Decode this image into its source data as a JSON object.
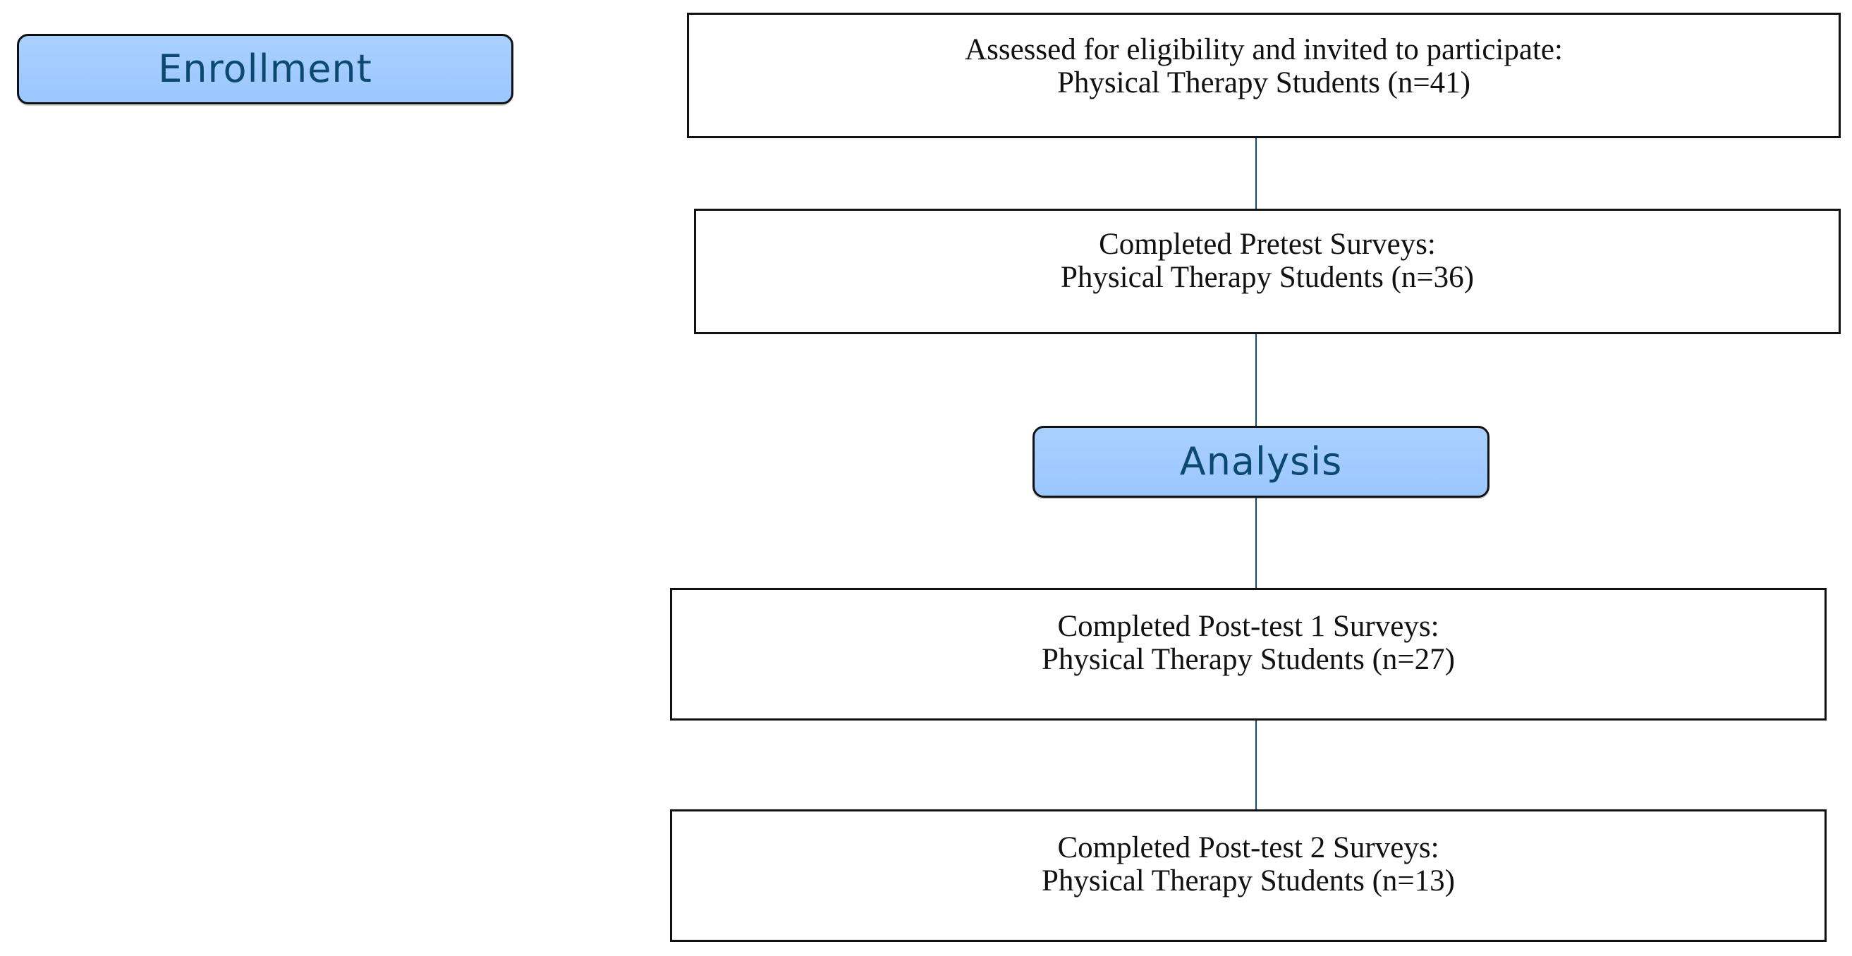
{
  "stages": {
    "enrollment": "Enrollment",
    "analysis": "Analysis"
  },
  "boxes": [
    {
      "line1": "Assessed for eligibility and invited to participate:",
      "line2": "Physical Therapy Students (n=41)"
    },
    {
      "line1": "Completed Pretest Surveys:",
      "line2": "Physical Therapy Students (n=36)"
    },
    {
      "line1": "Completed Post-test 1 Surveys:",
      "line2": "Physical Therapy Students (n=27)"
    },
    {
      "line1": "Completed Post-test 2 Surveys:",
      "line2": "Physical Therapy Students (n=13)"
    }
  ],
  "colors": {
    "stage_fill": "#9bc7ff",
    "stage_text": "#0b4a6e",
    "connector": "#174a6f",
    "box_border": "#111111"
  }
}
